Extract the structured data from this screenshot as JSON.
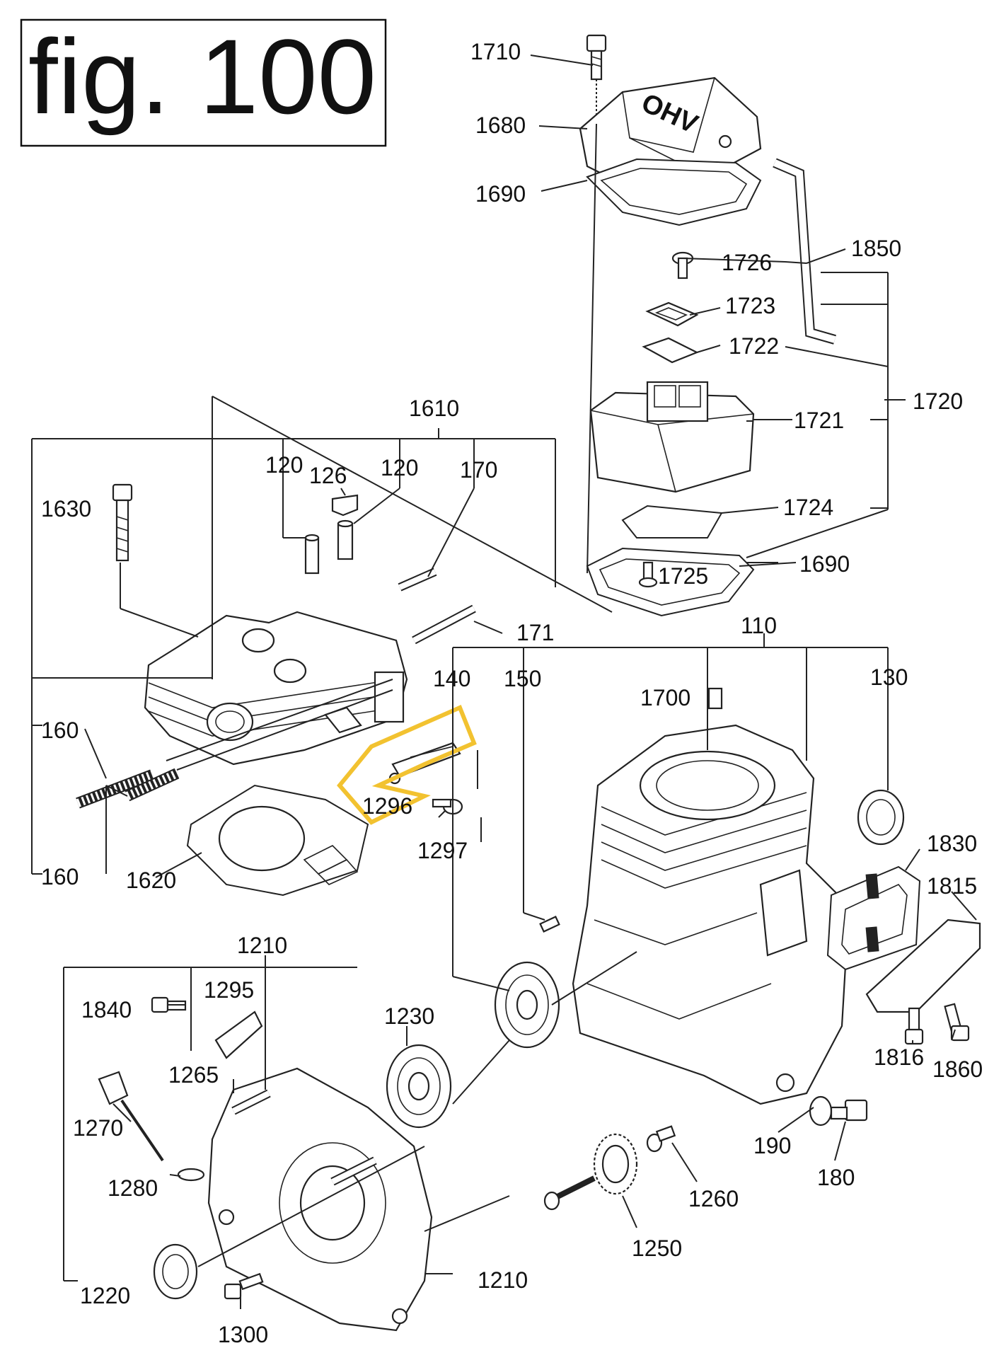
{
  "figure": {
    "title": "fig. 100"
  },
  "colors": {
    "highlight": "#f2c230",
    "ink": "#222222"
  },
  "parts": {
    "p1710": "1710",
    "p1680": "1680",
    "p1690_top": "1690",
    "p1726": "1726",
    "p1850": "1850",
    "p1723": "1723",
    "p1722": "1722",
    "p1720": "1720",
    "p1721": "1721",
    "p1724": "1724",
    "p1690_bottom": "1690",
    "p1725": "1725",
    "p1610": "1610",
    "p120_a": "120",
    "p126": "126",
    "p120_b": "120",
    "p170": "170",
    "p1630": "1630",
    "p171": "171",
    "p110": "110",
    "p140": "140",
    "p150": "150",
    "p1700": "1700",
    "p130": "130",
    "p160_a": "160",
    "p1296": "1296",
    "p1297": "1297",
    "p160_b": "160",
    "p1620": "1620",
    "p1830": "1830",
    "p1815": "1815",
    "p1210_top": "1210",
    "p1295": "1295",
    "p1840": "1840",
    "p1230": "1230",
    "p1265": "1265",
    "p1816": "1816",
    "p1860": "1860",
    "p1270": "1270",
    "p190": "190",
    "p180": "180",
    "p1280": "1280",
    "p1260": "1260",
    "p1250": "1250",
    "p1220": "1220",
    "p1210_bottom": "1210",
    "p1300": "1300"
  },
  "cover_marking": "OHV"
}
